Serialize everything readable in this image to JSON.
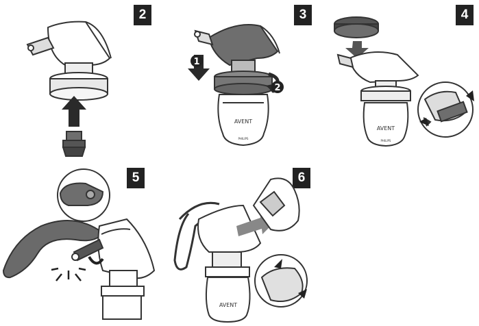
{
  "steps": [
    {
      "number": "2"
    },
    {
      "number": "3"
    },
    {
      "number": "4"
    },
    {
      "number": "5"
    },
    {
      "number": "6"
    }
  ],
  "callouts": {
    "push_down": "1",
    "twist": "2"
  },
  "bottle_brand": "AVENT",
  "bottle_maker": "PHILIPS",
  "colors": {
    "badge": "#222222",
    "line": "#333333",
    "dark_grey": "#6e6e6e",
    "mid_grey": "#9a9a9a",
    "light_grey": "#d8d8d8",
    "handle": "#5a5a5a"
  }
}
